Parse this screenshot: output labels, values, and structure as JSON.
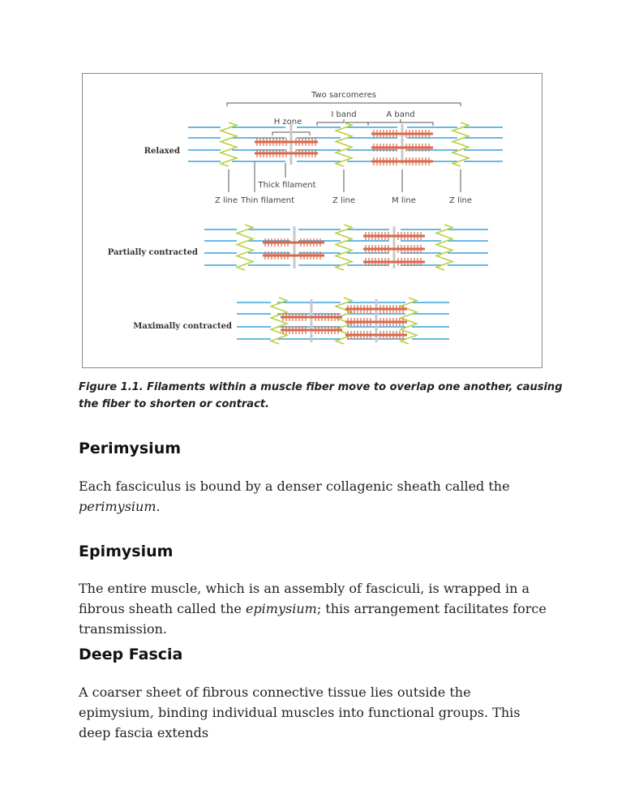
{
  "figure": {
    "labels": {
      "two_sarcomeres": "Two sarcomeres",
      "h_zone": "H zone",
      "i_band": "I band",
      "a_band": "A band",
      "relaxed": "Relaxed",
      "thick_filament": "Thick filament",
      "z_line": "Z line",
      "thin_filament": "Thin filament",
      "m_line": "M line",
      "partially_contracted": "Partially contracted",
      "maximally_contracted": "Maximally contracted"
    },
    "colors": {
      "thin_filament": "#3aa0d8",
      "z_line": "#b6cf42",
      "thick_filament": "#d9694a",
      "m_line": "#c8c8c8"
    },
    "caption": "Figure 1.1. Filaments within a muscle fiber move to overlap one another, causing the fiber to shorten or contract."
  },
  "sections": [
    {
      "heading": "Perimysium",
      "text_before": "Each fasciculus is bound by a denser collagenic sheath called the ",
      "emphasis": "perimysium",
      "text_after": "."
    },
    {
      "heading": "Epimysium",
      "text_before": "The entire muscle, which is an assembly of fasciculi, is wrapped in a fibrous sheath called the ",
      "emphasis": "epimysium",
      "text_after": "; this arrangement facilitates force transmission."
    },
    {
      "heading": "Deep Fascia",
      "text_before": "A coarser sheet of fibrous connective tissue lies outside the epimysium, binding individual muscles into functional groups. This deep fascia extends",
      "emphasis": "",
      "text_after": ""
    }
  ]
}
